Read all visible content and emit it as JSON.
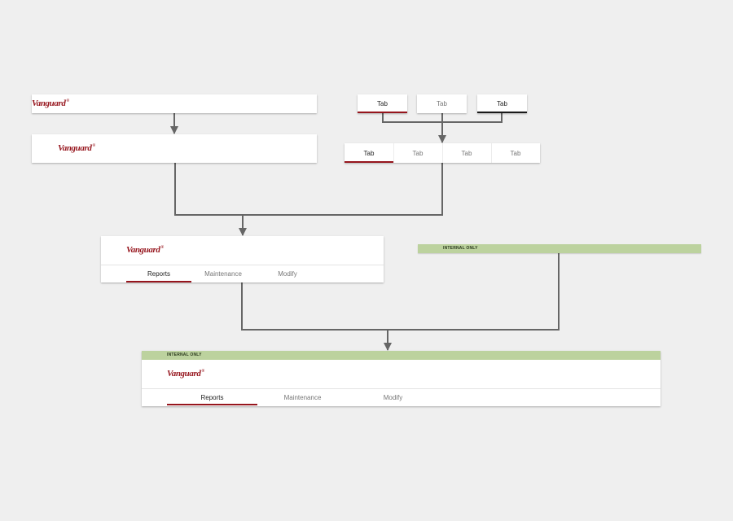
{
  "colors": {
    "background": "#efefef",
    "brand_red": "#96151d",
    "banner_green": "#bcd29e",
    "connector": "#666666"
  },
  "brand": {
    "logo_text": "Vanguard",
    "registered_mark": "®"
  },
  "single_tabs": {
    "selected_red": "Tab",
    "unselected": "Tab",
    "selected_black": "Tab"
  },
  "tab_bar": {
    "tabs": [
      "Tab",
      "Tab",
      "Tab",
      "Tab"
    ],
    "active_index": 0
  },
  "combined_header": {
    "tabs": [
      "Reports",
      "Maintenance",
      "Modify"
    ],
    "active_index": 0
  },
  "internal_banner": {
    "label": "INTERNAL ONLY"
  },
  "final_header": {
    "banner_label": "INTERNAL ONLY",
    "tabs": [
      "Reports",
      "Maintenance",
      "Modify"
    ],
    "active_index": 0
  }
}
